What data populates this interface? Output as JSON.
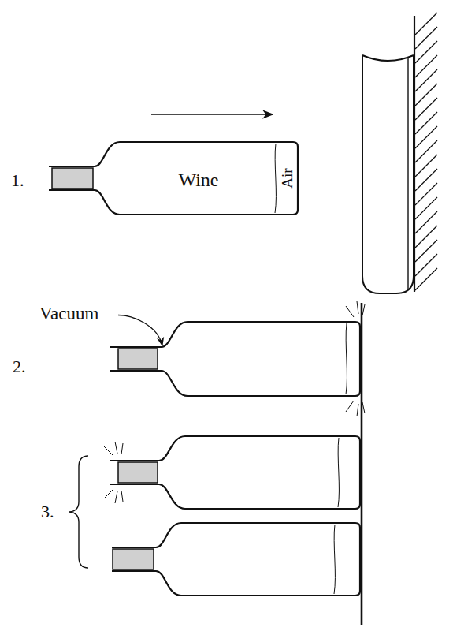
{
  "diagram": {
    "nodes": [
      {
        "text": [
          "Wine",
          "Air"
        ]
      }
    ],
    "labels": [
      "1.",
      "Vacuum",
      "2.",
      "3."
    ]
  }
}
